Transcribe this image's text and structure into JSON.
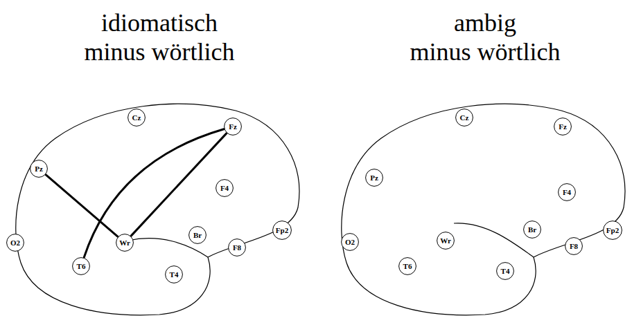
{
  "diagram": {
    "nodes": [
      {
        "text": [
          "Cz"
        ]
      },
      {
        "text": [
          "Fz"
        ]
      },
      {
        "text": [
          "Pz"
        ]
      },
      {
        "text": [
          "F4"
        ]
      },
      {
        "text": [
          "Wr"
        ]
      },
      {
        "text": [
          "Br"
        ]
      },
      {
        "text": [
          "Fp2"
        ]
      },
      {
        "text": [
          "O2"
        ]
      },
      {
        "text": [
          "F8"
        ]
      },
      {
        "text": [
          "T6"
        ]
      },
      {
        "text": [
          "T4"
        ]
      },
      {
        "text": [
          "Cz"
        ]
      },
      {
        "text": [
          "Fz"
        ]
      },
      {
        "text": [
          "Pz"
        ]
      },
      {
        "text": [
          "F4"
        ]
      },
      {
        "text": [
          "Wr"
        ]
      },
      {
        "text": [
          "Br"
        ]
      },
      {
        "text": [
          "Fp2"
        ]
      },
      {
        "text": [
          "O2"
        ]
      },
      {
        "text": [
          "F8"
        ]
      },
      {
        "text": [
          "T6"
        ]
      },
      {
        "text": [
          "T4"
        ]
      }
    ],
    "edges": [
      {
        "from": 2,
        "to": 4,
        "arrow": "none"
      },
      {
        "from": 1,
        "to": 4,
        "arrow": "none"
      },
      {
        "from": 1,
        "to": 9,
        "arrow": "none"
      }
    ],
    "labels": [
      "idiomatisch minus wörtlich",
      "ambig minus wörtlich"
    ]
  }
}
